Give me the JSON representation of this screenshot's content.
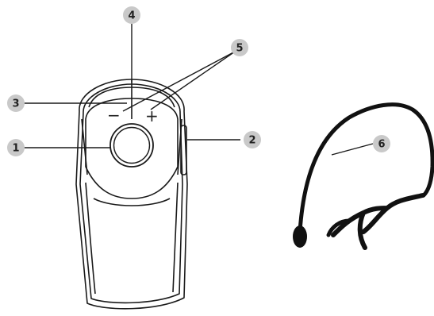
{
  "diagram": {
    "device": {
      "minus_symbol": "−",
      "plus_symbol": "+"
    },
    "callouts": [
      {
        "number": "1",
        "points_to": "main-button"
      },
      {
        "number": "2",
        "points_to": "side-slot"
      },
      {
        "number": "3",
        "points_to": "minus-key"
      },
      {
        "number": "4",
        "points_to": "top-edge"
      },
      {
        "number": "5",
        "points_to": "volume-keys"
      },
      {
        "number": "6",
        "points_to": "ear-hook"
      }
    ]
  },
  "colors": {
    "callout_fill": "#c9c9c9",
    "line": "#1a1a1a",
    "ear_hook": "#111111"
  }
}
